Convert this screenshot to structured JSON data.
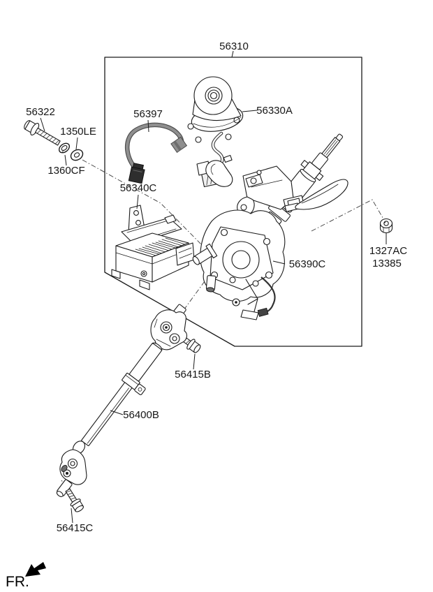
{
  "diagram": {
    "assembly_label": "56310",
    "fr_label": "FR.",
    "parts": {
      "bolt_56322": "56322",
      "washer_1350LE": "1350LE",
      "washer_1360CF": "1360CF",
      "wiring_56397": "56397",
      "motor_56330A": "56330A",
      "ecu_56340C": "56340C",
      "column_56390C": "56390C",
      "nut_1327AC": "1327AC",
      "nut_13385": "13385",
      "bolt_56415B": "56415B",
      "shaft_56400B": "56400B",
      "bolt_56415C": "56415C"
    },
    "colors": {
      "line": "#1a1a1a",
      "label_text": "#161616",
      "wire_gray": "#8f8f8f",
      "connector_dark": "#2e2e2e",
      "metal_shade": "#6e6e6e",
      "background": "#ffffff"
    }
  }
}
